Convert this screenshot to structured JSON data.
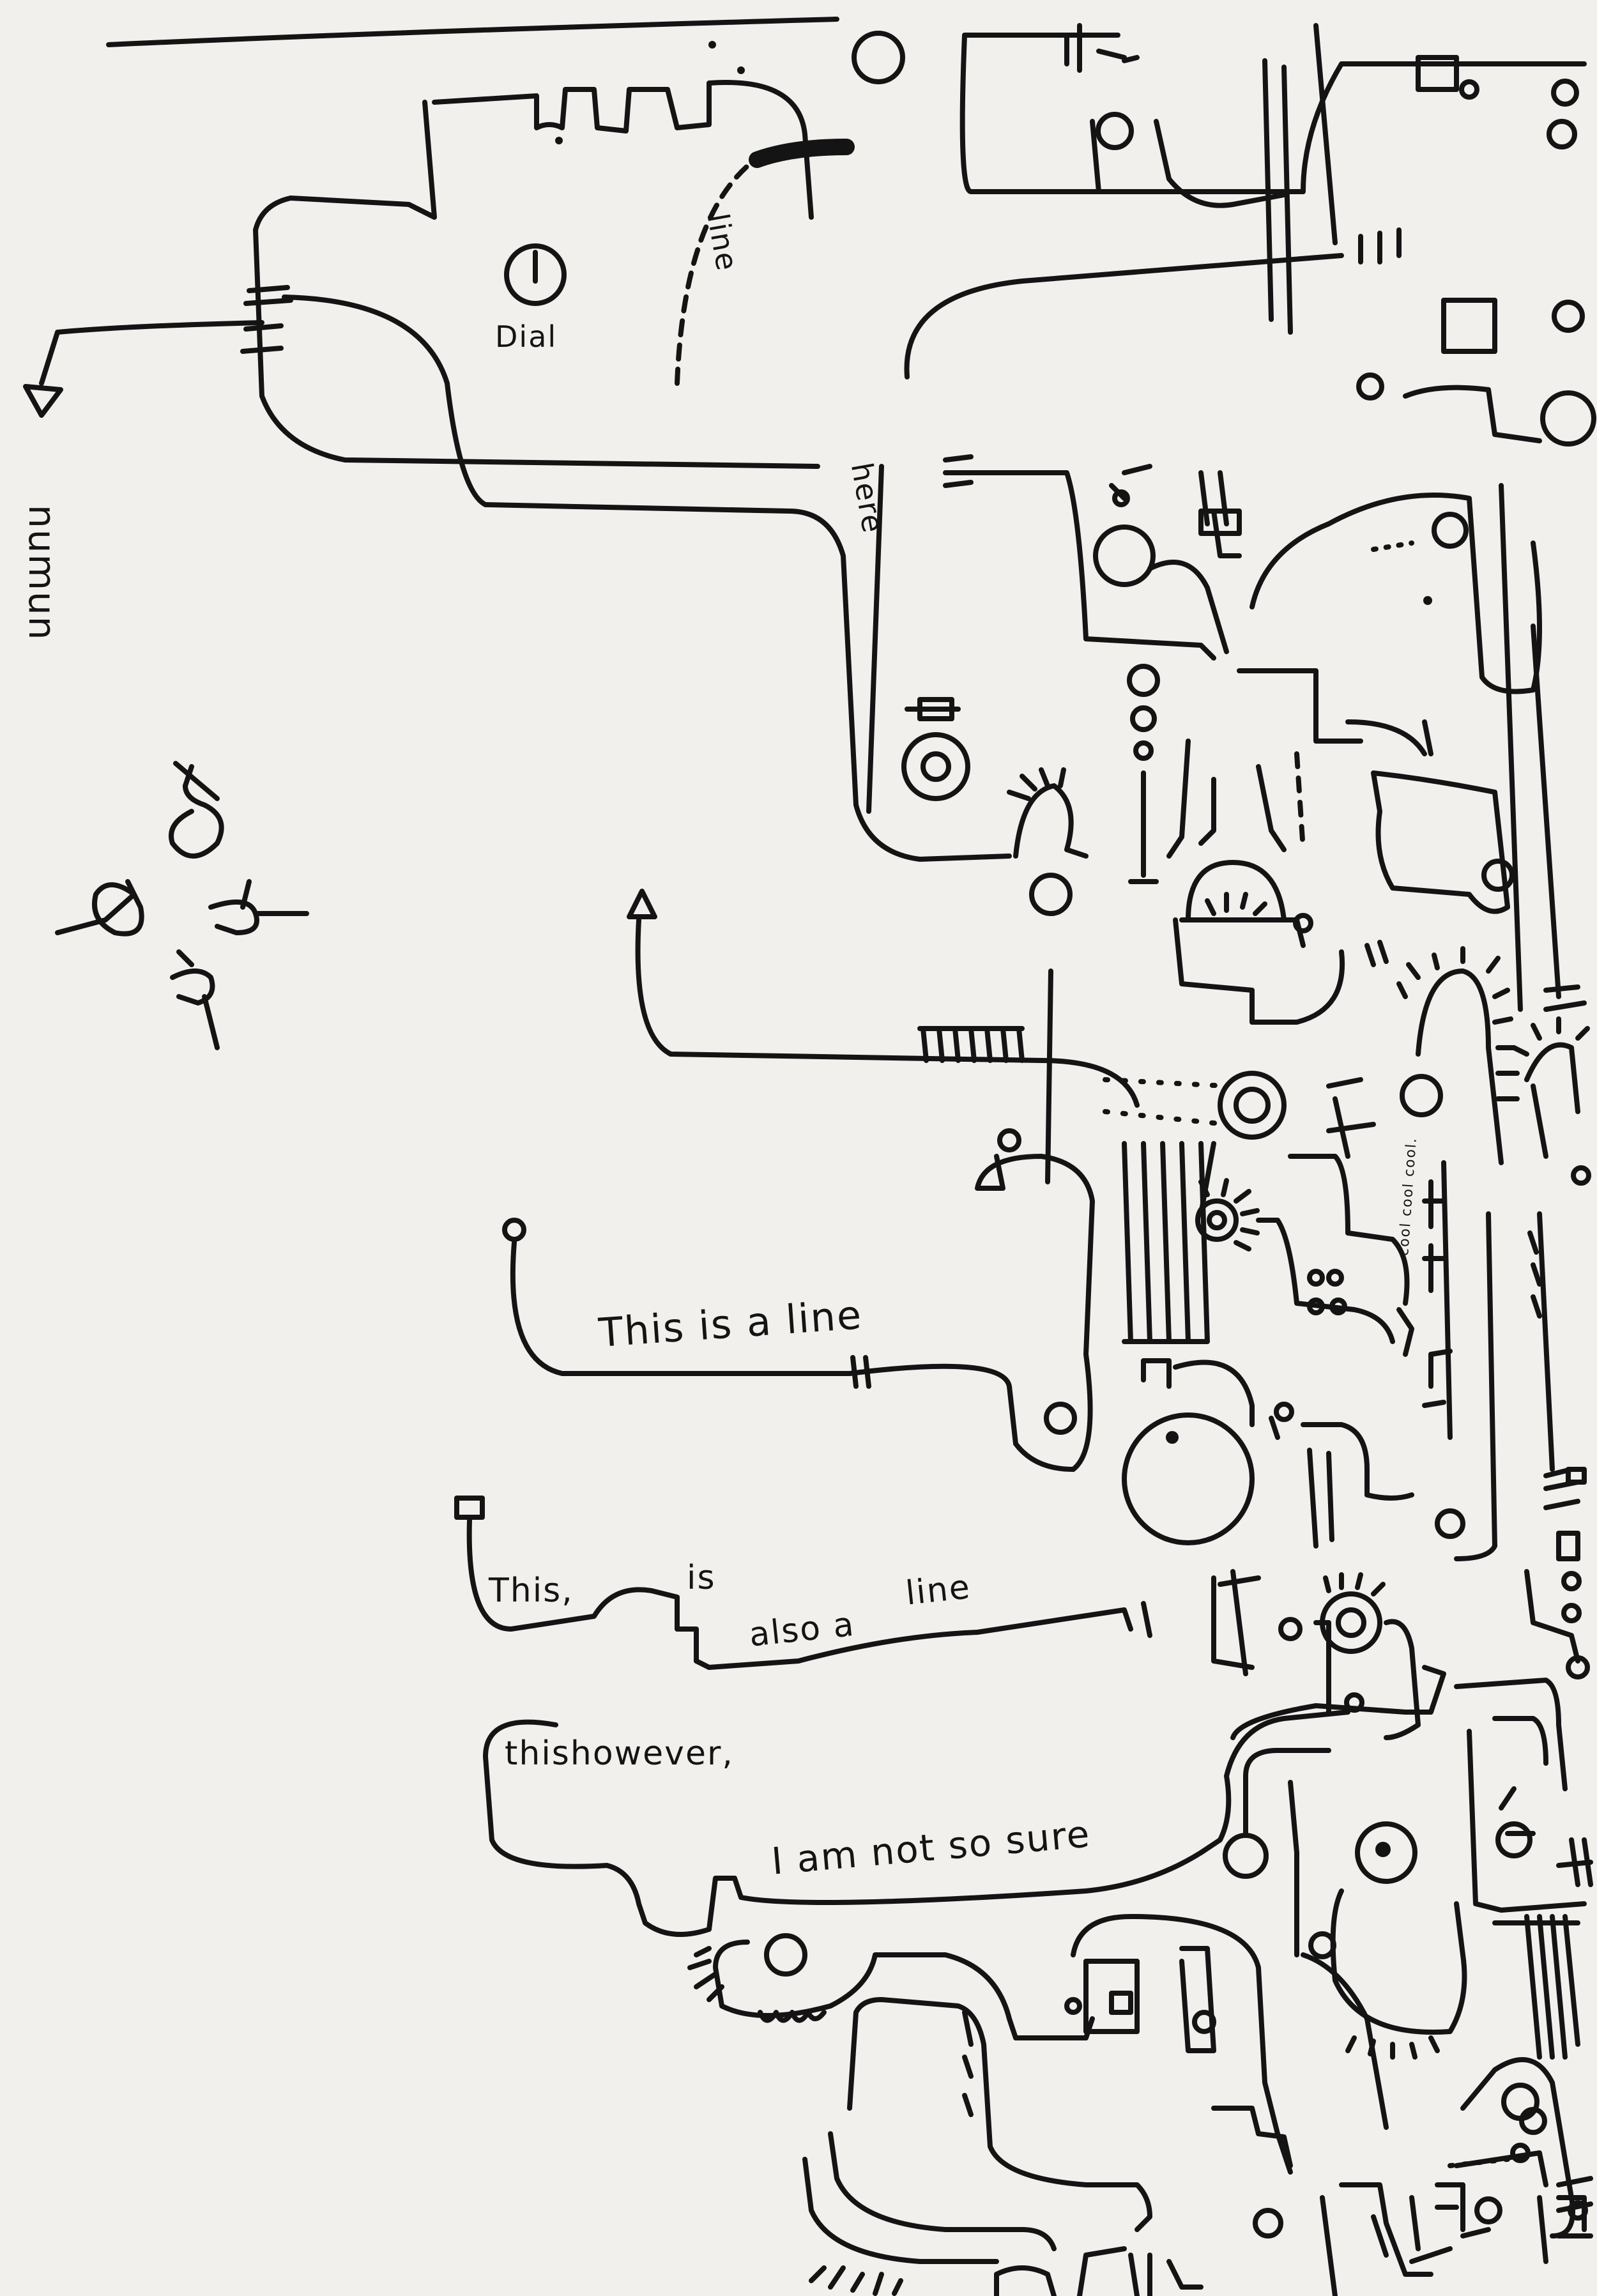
{
  "sheet": {
    "paper_color": "#f1f0ec",
    "ink_color": "#141414",
    "annotations": {
      "dial": "Dial",
      "line_top": "line",
      "here": "here",
      "numun": "numun",
      "this_is_a_line": "This is a line",
      "this": "This,",
      "is": "is",
      "also_a": "also a",
      "line_second": "line",
      "this_however": "thishowever,",
      "i_am_not_so_sure": "I am not so sure",
      "cool": "cool cool cool."
    }
  }
}
